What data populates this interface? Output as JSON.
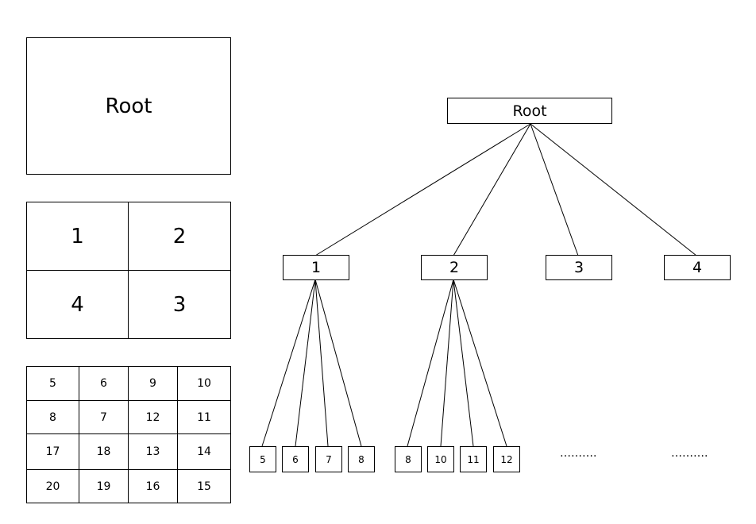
{
  "left": {
    "root_box": "Root",
    "quad": [
      "1",
      "2",
      "4",
      "3"
    ],
    "fine_grid": [
      [
        "5",
        "6",
        "9",
        "10"
      ],
      [
        "8",
        "7",
        "12",
        "11"
      ],
      [
        "17",
        "18",
        "13",
        "14"
      ],
      [
        "20",
        "19",
        "16",
        "15"
      ]
    ]
  },
  "tree": {
    "root": "Root",
    "level1": [
      "1",
      "2",
      "3",
      "4"
    ],
    "children_of_1": [
      "5",
      "6",
      "7",
      "8"
    ],
    "children_of_2": [
      "8",
      "10",
      "11",
      "12"
    ],
    "ellipsis": [
      "……….",
      "………."
    ]
  }
}
